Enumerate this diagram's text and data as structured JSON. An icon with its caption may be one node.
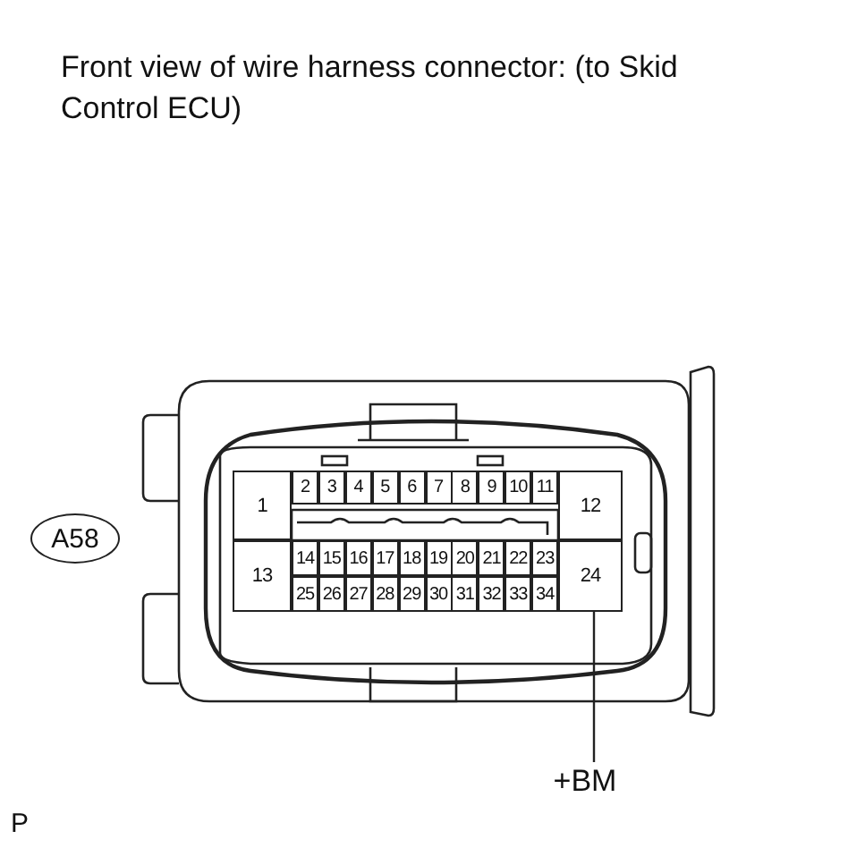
{
  "diagram": {
    "title": "Front view of wire harness connector: (to Skid Control ECU)",
    "nodes": [
      {
        "text": [
          "1"
        ]
      },
      {
        "text": [
          "2"
        ]
      },
      {
        "text": [
          "3"
        ]
      },
      {
        "text": [
          "4"
        ]
      },
      {
        "text": [
          "5"
        ]
      },
      {
        "text": [
          "6"
        ]
      },
      {
        "text": [
          "7"
        ]
      },
      {
        "text": [
          "8"
        ]
      },
      {
        "text": [
          "9"
        ]
      },
      {
        "text": [
          "10"
        ]
      },
      {
        "text": [
          "11"
        ]
      },
      {
        "text": [
          "12"
        ]
      },
      {
        "text": [
          "A58"
        ]
      },
      {
        "text": [
          "13"
        ]
      },
      {
        "text": [
          "14"
        ]
      },
      {
        "text": [
          "15"
        ]
      },
      {
        "text": [
          "16"
        ]
      },
      {
        "text": [
          "17"
        ]
      },
      {
        "text": [
          "18"
        ]
      },
      {
        "text": [
          "19"
        ]
      },
      {
        "text": [
          "20"
        ]
      },
      {
        "text": [
          "21"
        ]
      },
      {
        "text": [
          "22"
        ]
      },
      {
        "text": [
          "23"
        ]
      },
      {
        "text": [
          "24"
        ]
      },
      {
        "text": [
          "25"
        ]
      },
      {
        "text": [
          "26"
        ]
      },
      {
        "text": [
          "27"
        ]
      },
      {
        "text": [
          "28"
        ]
      },
      {
        "text": [
          "29"
        ]
      },
      {
        "text": [
          "30"
        ]
      },
      {
        "text": [
          "31"
        ]
      },
      {
        "text": [
          "32"
        ]
      },
      {
        "text": [
          "33"
        ]
      },
      {
        "text": [
          "34"
        ]
      },
      {
        "text": [
          "+BM"
        ]
      }
    ],
    "edges": [
      {
        "from": 35,
        "to": 24,
        "arrow": "none"
      }
    ],
    "labels": [
      "P"
    ]
  }
}
